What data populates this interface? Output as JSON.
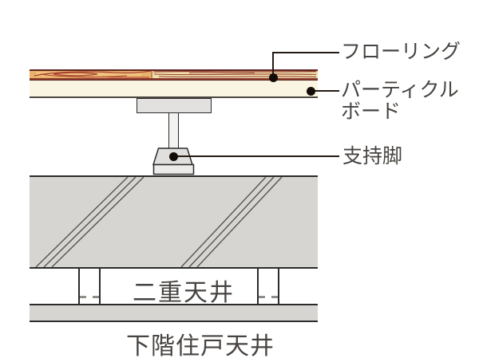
{
  "figure": {
    "callouts": {
      "flooring": "フローリング",
      "particle_board_lines": [
        "パーティクル",
        "ボード"
      ],
      "support_leg": "支持脚"
    },
    "inline_labels": {
      "double_ceiling": "二重天井",
      "lower_unit_ceiling": "下階住戸天井"
    },
    "colors": {
      "wood_base_left": "#E9B269",
      "wood_base_right": "#EFDFAD",
      "wood_grain": "#A8402F",
      "wood_edge_top": "#5E2420",
      "wood_edge_bottom": "#8F3B31",
      "particle_board": "#FAF5E2",
      "concrete_gray": "#D6D5D2",
      "hardware_gray": "#E2E1DF",
      "outline_dark": "#2B2B2B",
      "leader_line": "#241A15",
      "label_text": "#474340"
    }
  }
}
